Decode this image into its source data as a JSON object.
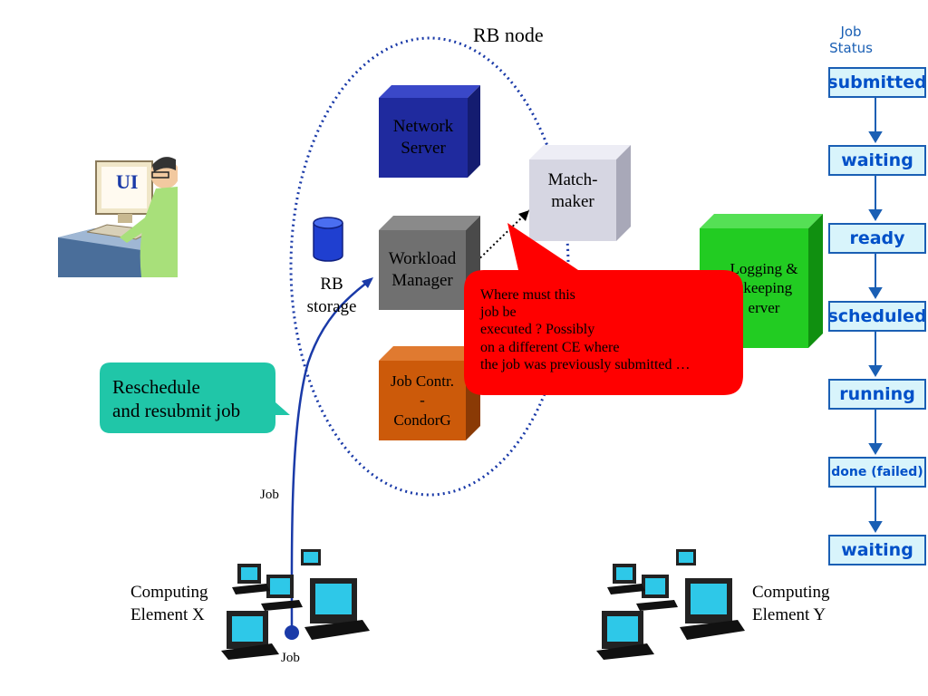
{
  "rb_node": {
    "title": "RB node"
  },
  "ui": {
    "label": "UI"
  },
  "rb_storage": {
    "line1": "RB",
    "line2": "storage"
  },
  "network_server": {
    "line1": "Network",
    "line2": "Server"
  },
  "workload_manager": {
    "line1": "Workload",
    "line2": "Manager"
  },
  "matchmaker": {
    "line1": "Match-",
    "line2": "maker"
  },
  "job_controller": {
    "line1": "Job Contr.",
    "line2": "-",
    "line3": "CondorG"
  },
  "logging_server": {
    "line1": "Logging &",
    "line2": "kkeeping",
    "line3": "erver"
  },
  "callout": {
    "lines": [
      "Where must this",
      "job be",
      "executed ? Possibly",
      "on a different CE where",
      "the job was previously submitted …"
    ]
  },
  "reschedule": {
    "line1": "Reschedule",
    "line2": "and resubmit job"
  },
  "job_labels": {
    "arrow": "Job",
    "dot": "Job"
  },
  "computing_x": {
    "line1": "Computing",
    "line2": "Element X"
  },
  "computing_y": {
    "line1": "Computing",
    "line2": "Element Y"
  },
  "job_status": {
    "header_line1": "Job",
    "header_line2": "Status",
    "states": [
      "submitted",
      "waiting",
      "ready",
      "scheduled",
      "running",
      "done (failed)",
      "waiting"
    ]
  },
  "colors": {
    "network_server": "#1f2a9e",
    "workload_manager": "#707070",
    "matchmaker": "#d6d6e2",
    "job_controller": "#cc5a0a",
    "logging_server": "#22cc22",
    "callout": "#ff0000",
    "reschedule": "#20c6a8",
    "status_fill": "#d8f4fb",
    "status_text": "#0050c8"
  }
}
